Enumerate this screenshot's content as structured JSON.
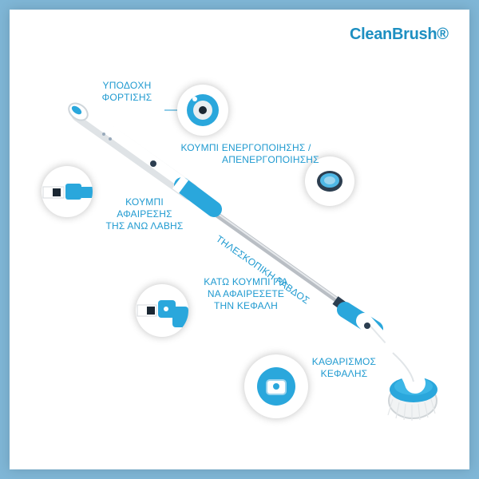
{
  "brand": "CleanBrush®",
  "labels": {
    "charging_port": [
      "ΥΠΟΔΟΧΗ",
      "ΦΟΡΤΙΣΗΣ"
    ],
    "power_button": [
      "ΚΟΥΜΠΙ ΕΝΕΡΓΟΠΟΙΗΣΗΣ /",
      "ΑΠΕΝΕΡΓΟΠΟΙΗΣΗΣ"
    ],
    "remove_handle_button": [
      "ΚΟΥΜΠΙ",
      "ΑΦΑΙΡΕΣΗΣ",
      "ΤΗΣ ΑΝΩ ΛΑΒΗΣ"
    ],
    "telescopic_rod": "ΤΗΛΕΣΚΟΠΙΚΗ ΡΑΒΔΟΣ",
    "lower_button": [
      "ΚΑΤΩ ΚΟΥΜΠΙ ΓΙΑ",
      "ΝΑ ΑΦΑΙΡΕΣΕΤΕ",
      "ΤΗΝ ΚΕΦΑΛΗ"
    ],
    "cleaning_head": [
      "ΚΑΘΑΡΙΣΜΟΣ",
      "ΚΕΦΑΛΗΣ"
    ]
  },
  "colors": {
    "background": "#7fb6d6",
    "accent": "#1f9ad0",
    "product_blue": "#2aa7dc"
  }
}
